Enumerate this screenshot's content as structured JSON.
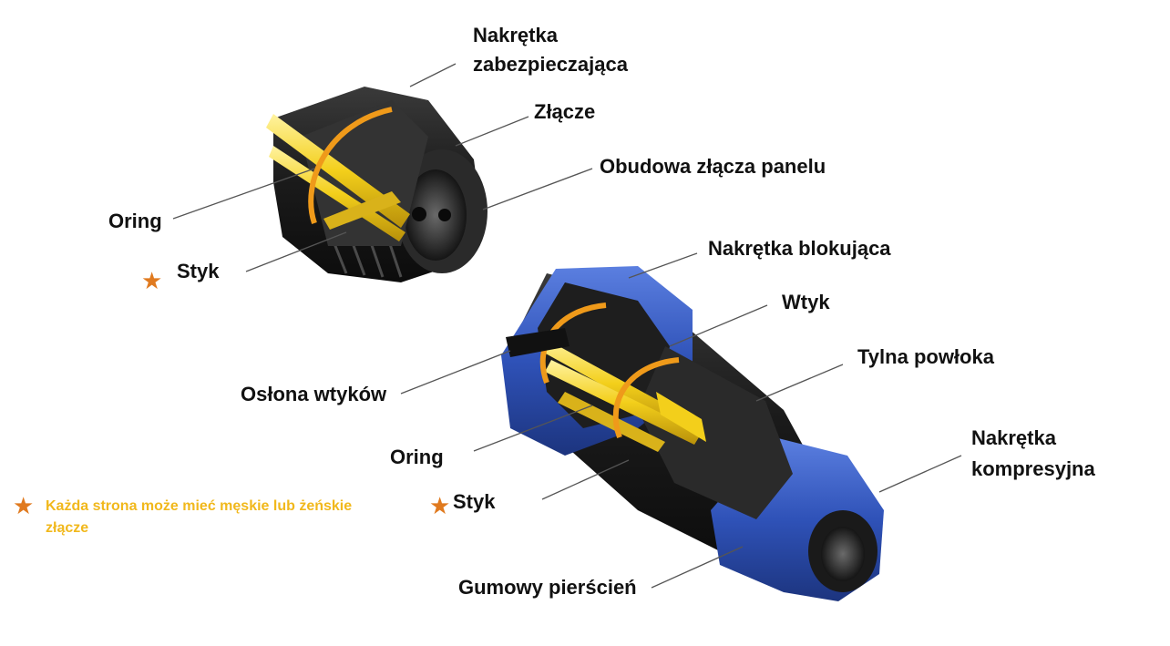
{
  "labels": {
    "nakretka_zabezpieczajaca_l1": "Nakrętka",
    "nakretka_zabezpieczajaca_l2": "zabezpieczająca",
    "zlacze": "Złącze",
    "obudowa": "Obudowa złącza panelu",
    "oring_top": "Oring",
    "styk_top": "Styk",
    "nakretka_blokujaca": "Nakrętka blokująca",
    "wtyk": "Wtyk",
    "tylna_powloka": "Tylna powłoka",
    "oslona_wtykow": "Osłona wtyków",
    "oring_bottom": "Oring",
    "styk_bottom": "Styk",
    "nakretka_kompresyjna_l1": "Nakrętka",
    "nakretka_kompresyjna_l2": "kompresyjna",
    "gumowy_pierscien": "Gumowy pierścień"
  },
  "note": "Każda strona może mieć męskie lub żeńskie złącze",
  "colors": {
    "label_text": "#111111",
    "leader_line": "#555555",
    "star": "#e07a1f",
    "note_text": "#f1b81c",
    "housing_black": "#1c1c1c",
    "ring_blue": "#2f52b8",
    "pin_gold": "#f3cf1b",
    "oring_orange": "#ef9a1a"
  },
  "icons": {
    "marker": "star-icon"
  }
}
